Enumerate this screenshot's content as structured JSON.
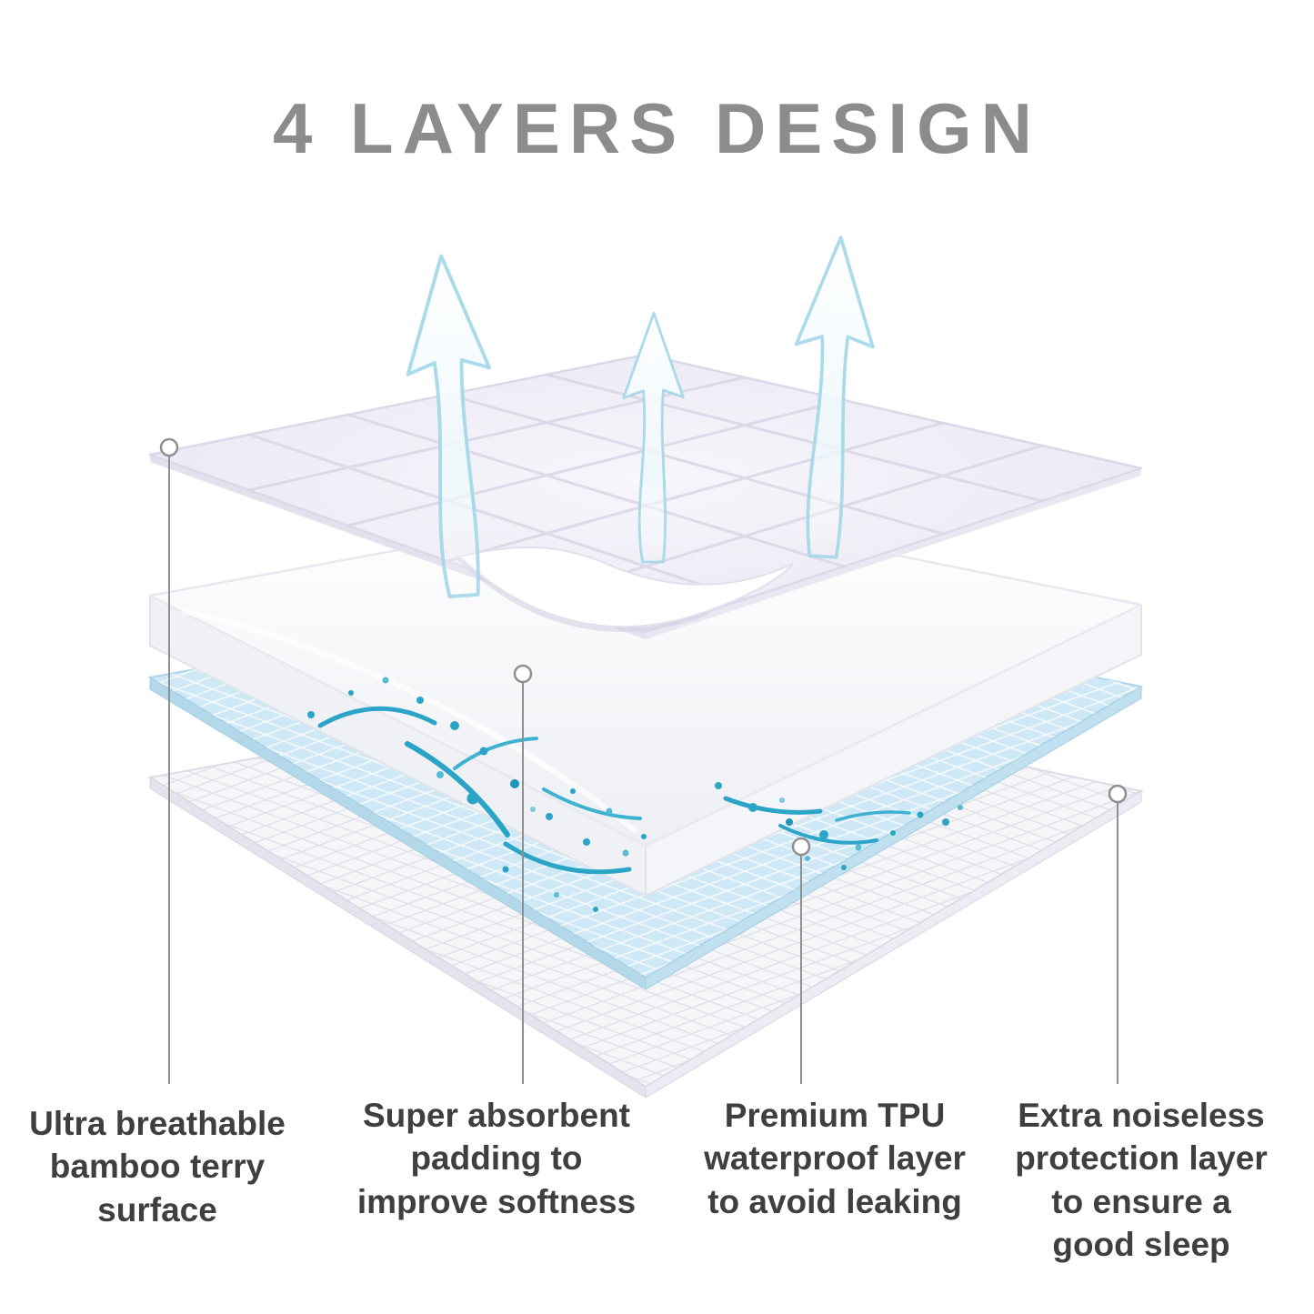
{
  "title": "4 LAYERS DESIGN",
  "labels": [
    {
      "text": "Ultra breathable\nbamboo terry\nsurface"
    },
    {
      "text": "Super absorbent\npadding to\nimprove softness"
    },
    {
      "text": "Premium TPU\nwaterproof layer\nto avoid leaking"
    },
    {
      "text": "Extra noiseless\nprotection layer\nto ensure a\ngood sleep"
    }
  ],
  "colors": {
    "title_text": "#8c8c8c",
    "label_text": "#3f3f3f",
    "quilt_layer": "#efeef6",
    "padding_layer": "#ffffff",
    "waterproof_layer": "#cfe8f5",
    "protection_layer": "#f6f6f9",
    "water": "#2ba4c8",
    "arrow_outline": "#a2d6e8",
    "callout": "#8f8f8f"
  }
}
